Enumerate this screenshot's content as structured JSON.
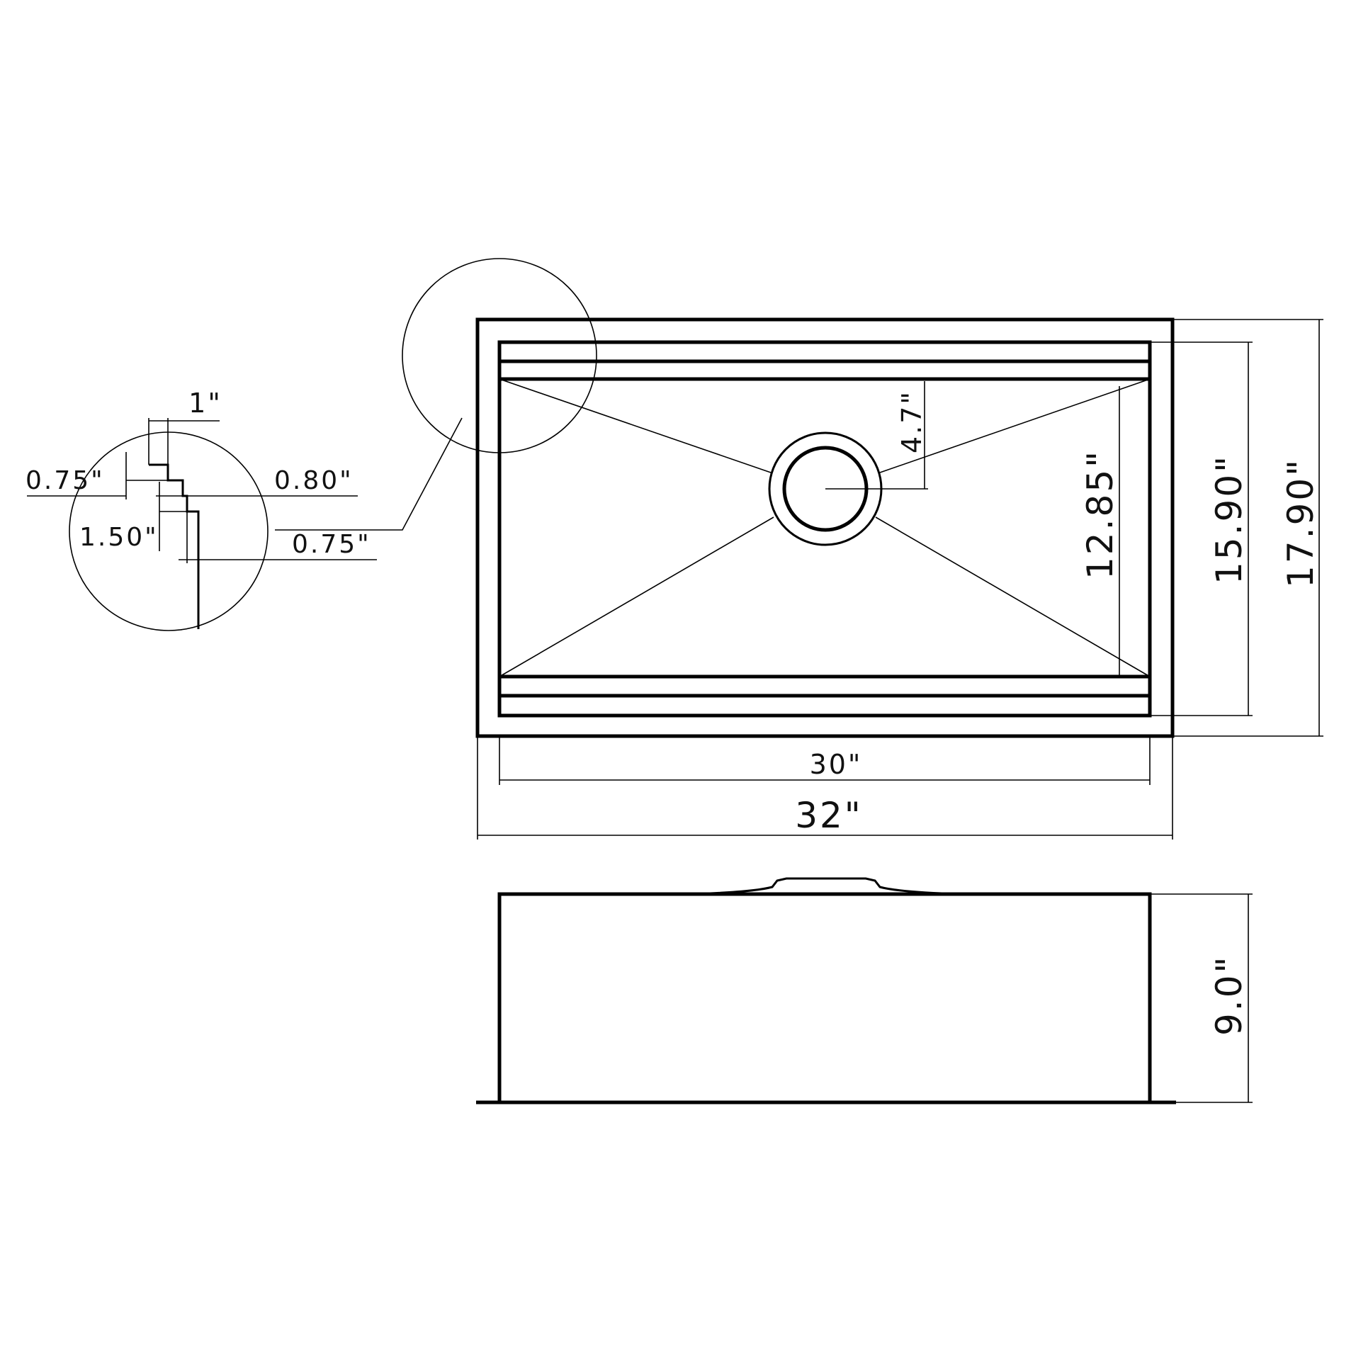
{
  "diagram": {
    "top_view": {
      "overall_width": "32\"",
      "inner_width": "30\"",
      "overall_depth": "17.90\"",
      "inner_depth": "15.90\"",
      "bowl_depth": "12.85\"",
      "drain_offset": "4.7\""
    },
    "side_view": {
      "height": "9.0\""
    },
    "detail_view": {
      "step_width": "1\"",
      "ledge_left": "0.75\"",
      "ledge_right": "0.80\"",
      "step_height": "1.50\"",
      "bottom_offset": "0.75\""
    }
  },
  "colors": {
    "line": "#000000",
    "background": "#ffffff"
  }
}
